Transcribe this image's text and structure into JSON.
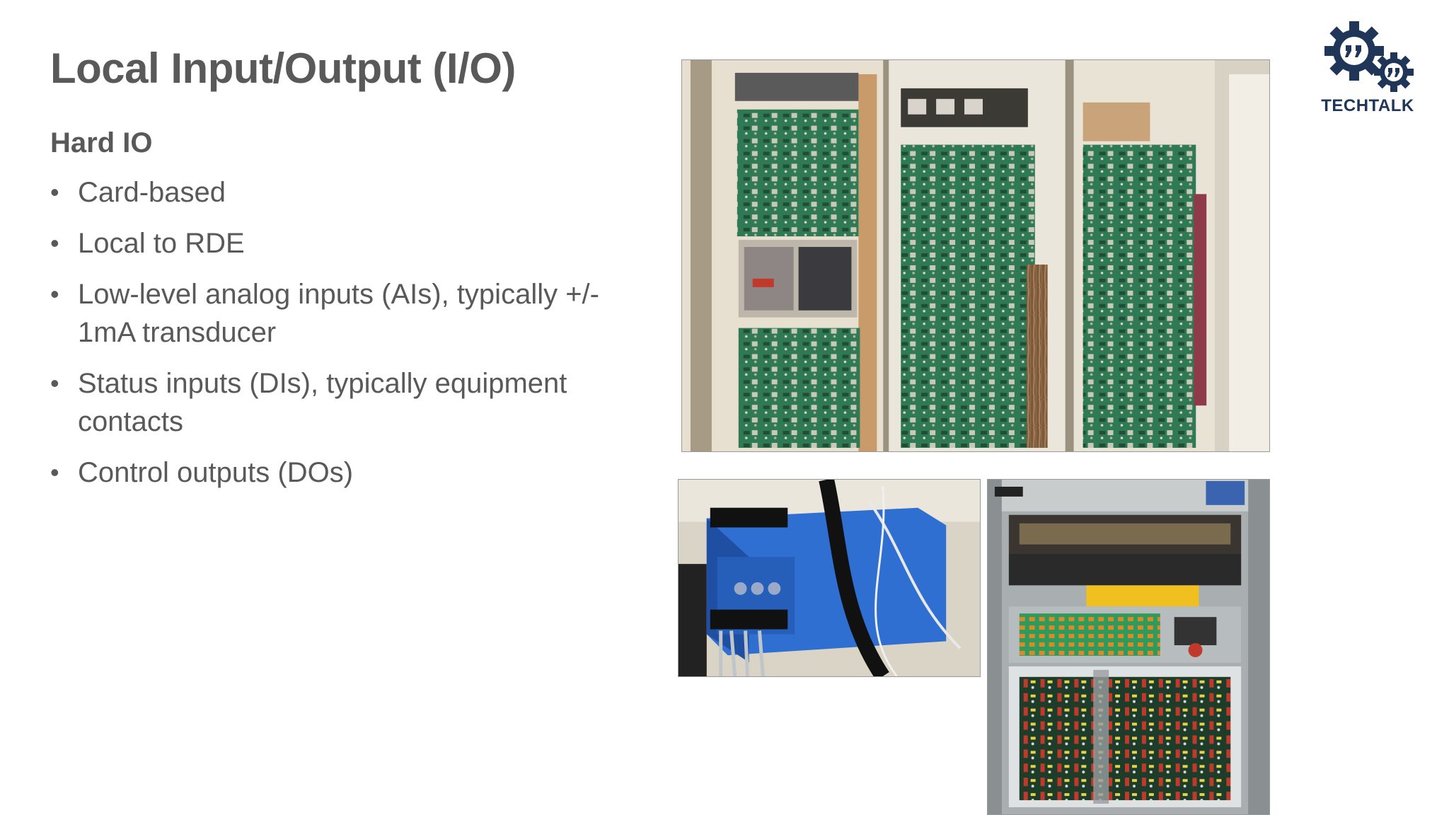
{
  "slide": {
    "title": "Local Input/Output (I/O)",
    "subheading": "Hard IO",
    "bullets": [
      "Card-based",
      "Local to RDE",
      "Low-level analog inputs (AIs), typically +/- 1mA transducer",
      "Status inputs (DIs), typically equipment contacts",
      "Control outputs (DOs)"
    ],
    "bullet_glyph": "•"
  },
  "logo": {
    "text": "TECHTALK",
    "color": "#1f3658",
    "icon": "gear-quote-icon"
  },
  "colors": {
    "text": "#595959",
    "background": "#ffffff"
  }
}
